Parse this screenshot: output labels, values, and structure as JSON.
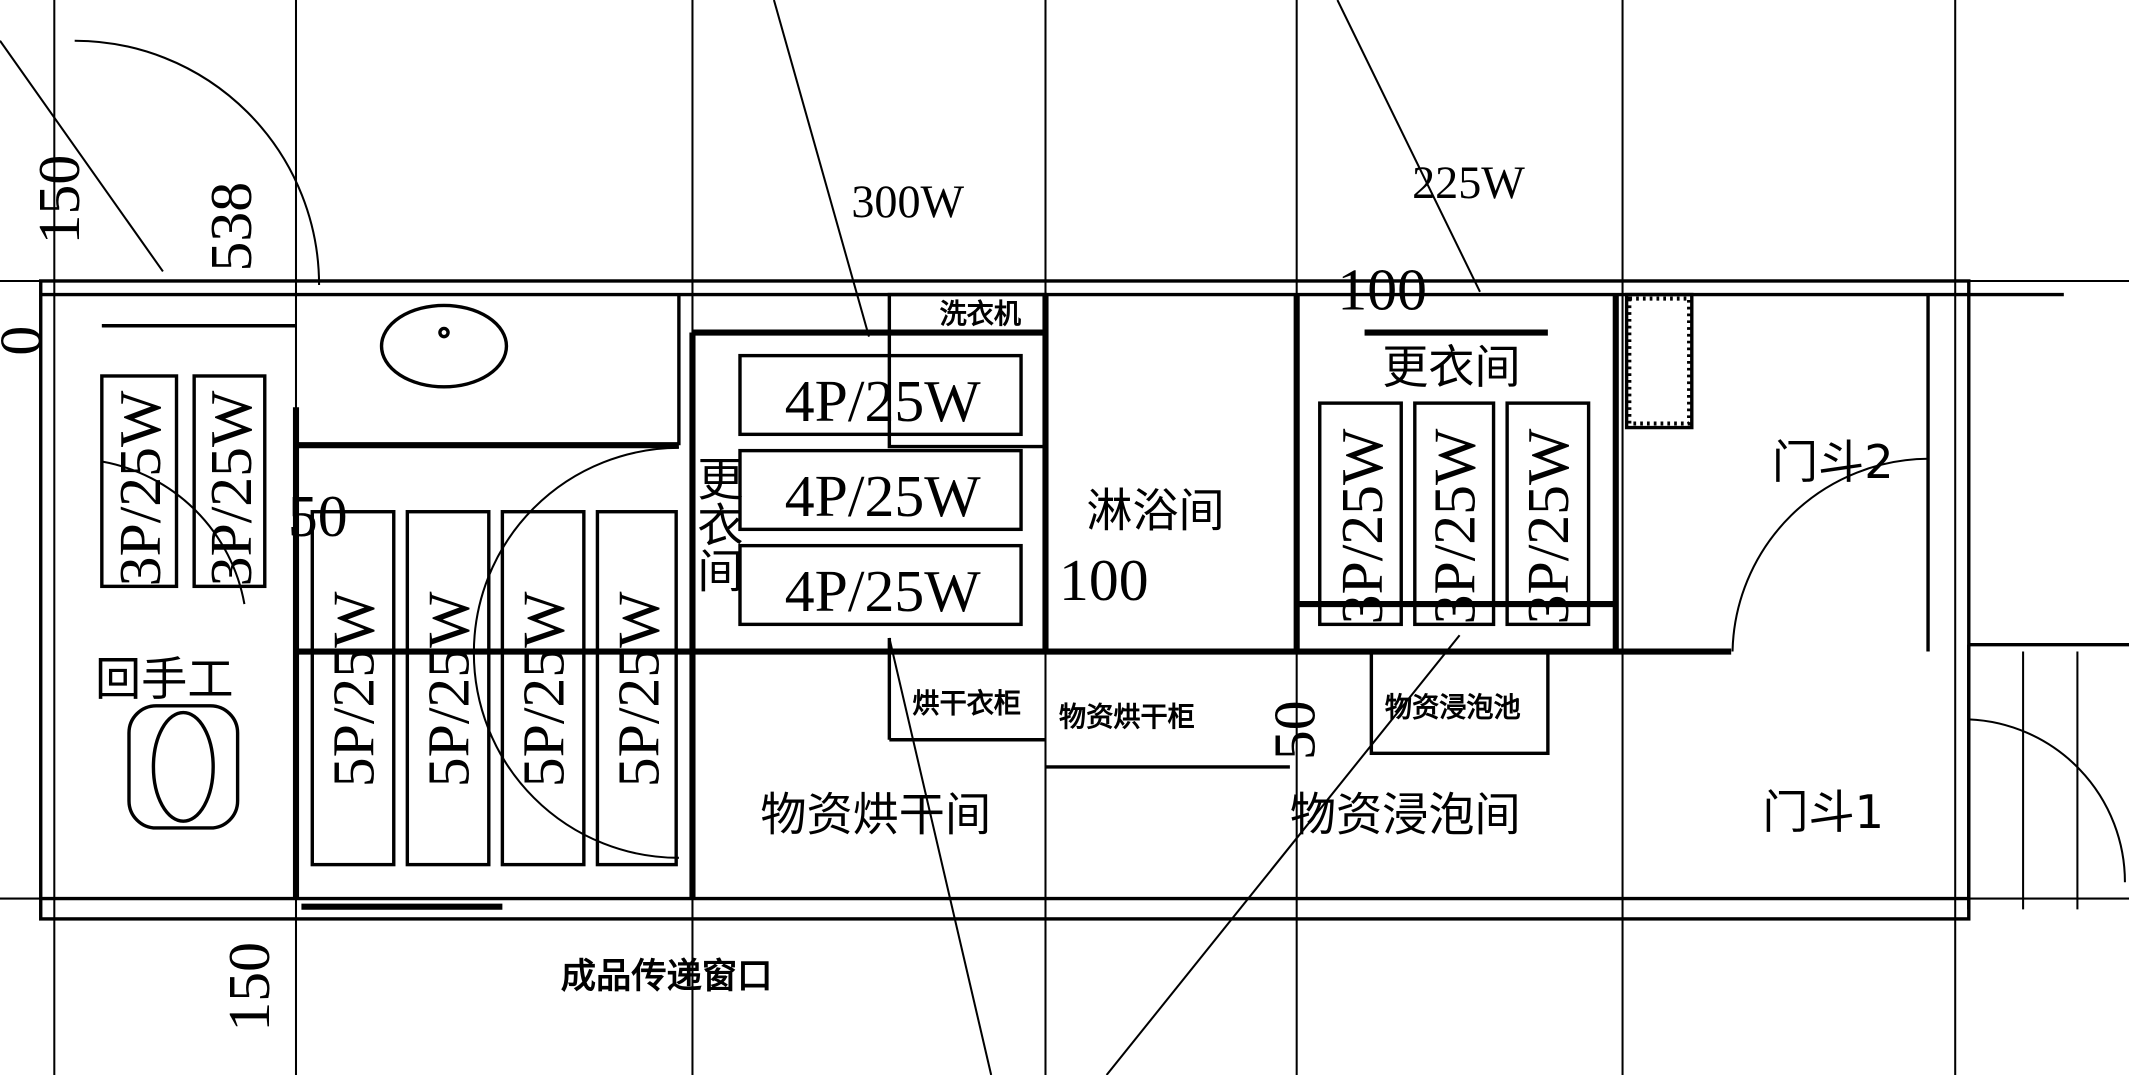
{
  "dimensions": {
    "top_left_150": "150",
    "top_538": "538",
    "left_0": "0",
    "power_300w": "300W",
    "power_225w": "225W",
    "dim_100_top": "100",
    "dim_50_left": "50",
    "dim_100_shower": "100",
    "dim_50_mid": "50",
    "dim_150_bottom": "150"
  },
  "fixtures": {
    "lockers_3p_left": [
      "3P/25W",
      "3P/25W"
    ],
    "lockers_5p": [
      "5P/25W",
      "5P/25W",
      "5P/25W",
      "5P/25W"
    ],
    "lockers_4p": [
      "4P/25W",
      "4P/25W",
      "4P/25W"
    ],
    "lockers_3p_right": [
      "3P/25W",
      "3P/25W",
      "3P/25W"
    ]
  },
  "rooms": {
    "toilet": "回手工",
    "changing_room_1": "更衣间",
    "washing_machine": "洗衣机",
    "shower_room": "淋浴间",
    "changing_room_2": "更衣间",
    "vestibule_2": "门斗2",
    "vestibule_1": "门斗1",
    "drying_cabinet_clothes": "烘干衣柜",
    "material_drying_cabinet": "物资烘干柜",
    "material_soaking_pool": "物资浸泡池",
    "material_drying_room": "物资烘干间",
    "material_soaking_room": "物资浸泡间",
    "delivery_window": "成品传递窗口"
  }
}
